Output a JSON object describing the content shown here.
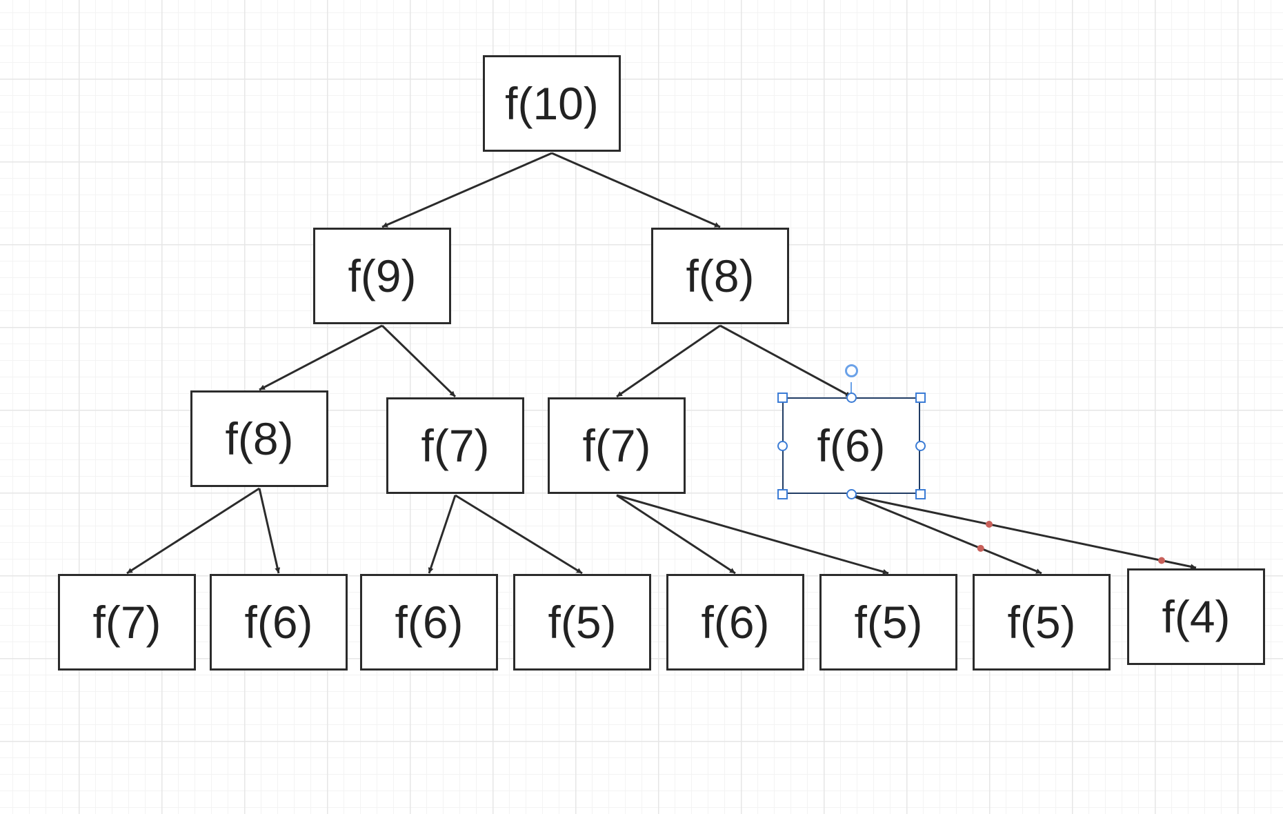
{
  "diagram": {
    "nodes": [
      {
        "id": "n10",
        "label": "f(10)"
      },
      {
        "id": "n9",
        "label": "f(9)"
      },
      {
        "id": "n8a",
        "label": "f(8)"
      },
      {
        "id": "n8b",
        "label": "f(8)"
      },
      {
        "id": "n7a",
        "label": "f(7)"
      },
      {
        "id": "n7b",
        "label": "f(7)"
      },
      {
        "id": "n6sel",
        "label": "f(6)",
        "selected": true
      },
      {
        "id": "l1",
        "label": "f(7)"
      },
      {
        "id": "l2",
        "label": "f(6)"
      },
      {
        "id": "l3",
        "label": "f(6)"
      },
      {
        "id": "l4",
        "label": "f(5)"
      },
      {
        "id": "l5",
        "label": "f(6)"
      },
      {
        "id": "l6",
        "label": "f(5)"
      },
      {
        "id": "l7",
        "label": "f(5)"
      },
      {
        "id": "l8",
        "label": "f(4)"
      }
    ],
    "edges": [
      [
        "n10",
        "n9"
      ],
      [
        "n10",
        "n8b"
      ],
      [
        "n9",
        "n8a"
      ],
      [
        "n9",
        "n7a"
      ],
      [
        "n8b",
        "n7b"
      ],
      [
        "n8b",
        "n6sel"
      ],
      [
        "n8a",
        "l1"
      ],
      [
        "n8a",
        "l2"
      ],
      [
        "n7a",
        "l3"
      ],
      [
        "n7a",
        "l4"
      ],
      [
        "n7b",
        "l5"
      ],
      [
        "n7b",
        "l6"
      ],
      [
        "n6sel",
        "l7"
      ],
      [
        "n6sel",
        "l8"
      ]
    ],
    "colors": {
      "stroke": "#2b2b2b",
      "text": "#222222",
      "selection": "#3a7bd5",
      "waypoint": "#c8605a"
    }
  }
}
